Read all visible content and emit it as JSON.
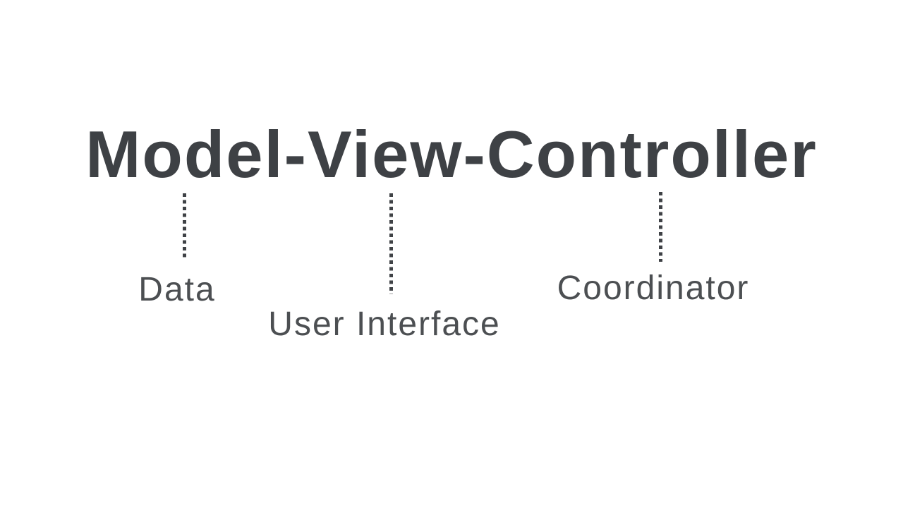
{
  "title": "Model-View-Controller",
  "colors": {
    "background": "#ffffff",
    "title": "#3e4145",
    "label": "#4c4f52",
    "dot": "#3f4246"
  },
  "mappings": [
    {
      "part": "Model",
      "meaning": "Data"
    },
    {
      "part": "View",
      "meaning": "User Interface"
    },
    {
      "part": "Controller",
      "meaning": "Coordinator"
    }
  ]
}
